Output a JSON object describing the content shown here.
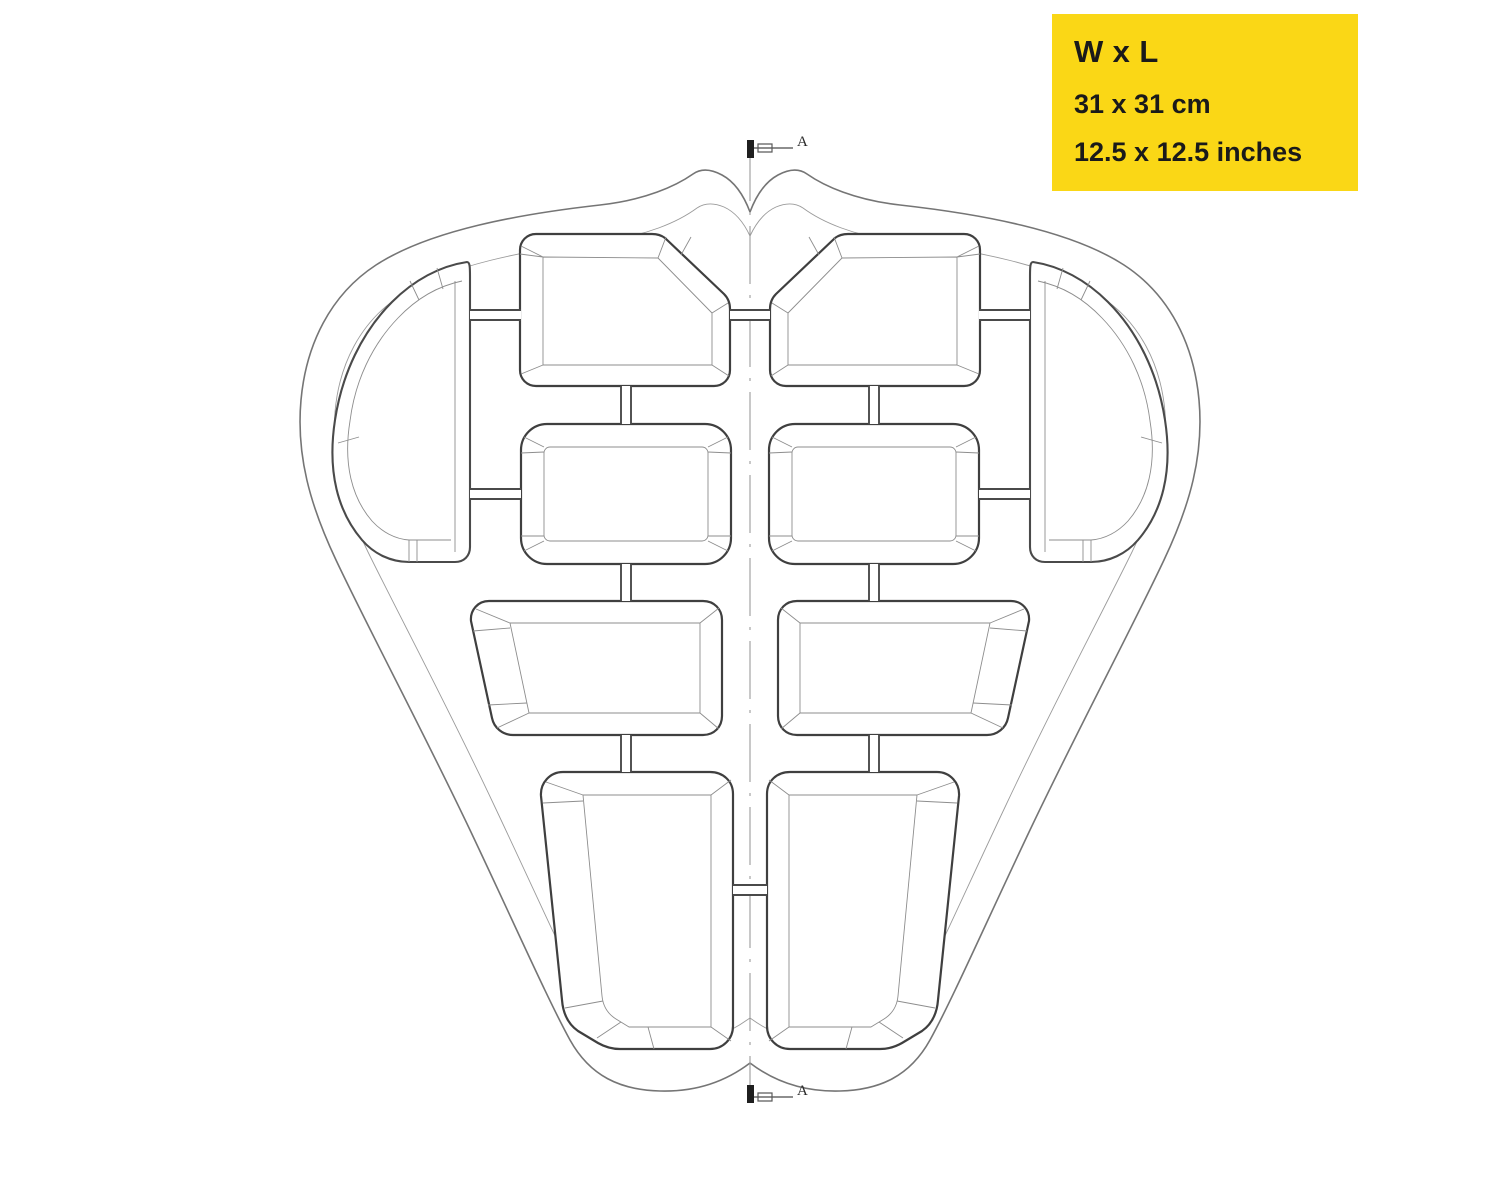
{
  "badge": {
    "title": "W x L",
    "metric": "31 x 31 cm",
    "imperial": "12.5 x 12.5 inches",
    "background_color": "#FAD716",
    "text_color": "#1a1a1a"
  },
  "drawing": {
    "title": "Back protector insert plan view",
    "view_type": "orthographic-plan",
    "section_markers": [
      {
        "label": "A",
        "position": "top",
        "direction": "right"
      },
      {
        "label": "A",
        "position": "bottom",
        "direction": "right"
      }
    ],
    "centerline": {
      "label": "vertical-centerline",
      "style": "long-dash",
      "color": "#999999"
    },
    "line_colors": {
      "outer_contour": "#6f6f6f",
      "pad_outline": "#3c3c3c",
      "pad_bevel": "#8a8a8a",
      "bridge": "#4a4a4a",
      "centerline": "#9a9a9a",
      "marker": "#2a2a2a"
    },
    "pads": [
      {
        "name": "upper-chest-pad-left",
        "row": 1,
        "side": "left",
        "shape": "pentagonal"
      },
      {
        "name": "upper-chest-pad-right",
        "row": 1,
        "side": "right",
        "shape": "pentagonal"
      },
      {
        "name": "mid-pad-left",
        "row": 2,
        "side": "left",
        "shape": "rounded-rectangle"
      },
      {
        "name": "mid-pad-right",
        "row": 2,
        "side": "right",
        "shape": "rounded-rectangle"
      },
      {
        "name": "lower-mid-pad-left",
        "row": 3,
        "side": "left",
        "shape": "trapezoid"
      },
      {
        "name": "lower-mid-pad-right",
        "row": 3,
        "side": "right",
        "shape": "trapezoid"
      },
      {
        "name": "lumbar-pad-left",
        "row": 4,
        "side": "left",
        "shape": "tapered-trapezoid"
      },
      {
        "name": "lumbar-pad-right",
        "row": 4,
        "side": "right",
        "shape": "tapered-trapezoid"
      },
      {
        "name": "side-wing-pad-left",
        "row": 1,
        "side": "left-outer",
        "shape": "crescent"
      },
      {
        "name": "side-wing-pad-right",
        "row": 1,
        "side": "right-outer",
        "shape": "crescent"
      }
    ],
    "bridge_count": 11
  }
}
